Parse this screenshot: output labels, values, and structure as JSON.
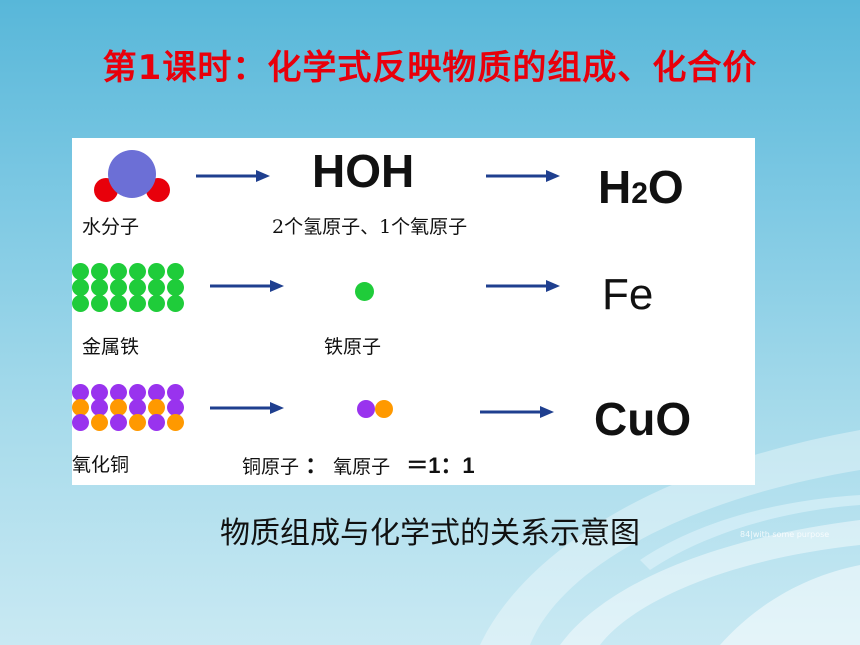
{
  "title": "第1课时：化学式反映物质的组成、化合价",
  "caption": "物质组成与化学式的关系示意图",
  "watermark": "84|with some purpose",
  "colors": {
    "title": "#e8000b",
    "arrow": "#1f3f8f",
    "water_oxygen": "#6c6fd6",
    "water_hydrogen": "#e8000b",
    "iron": "#1fcc3a",
    "copper": "#9933ee",
    "copper_oxygen": "#ff9900"
  },
  "rows": [
    {
      "substance_label": "水分子",
      "middle_formula": "HOH",
      "middle_label": "2个氢原子、1个氧原子",
      "formula_main": "H",
      "formula_sub": "2",
      "formula_tail": "O"
    },
    {
      "substance_label": "金属铁",
      "middle_label": "铁原子",
      "formula_main": "Fe",
      "formula_sub": "",
      "formula_tail": ""
    },
    {
      "substance_label": "氧化铜",
      "ratio_left": "铜原子",
      "ratio_colon": "：",
      "ratio_right": "氧原子",
      "ratio_value": "＝1：1",
      "formula_main": "CuO",
      "formula_sub": "",
      "formula_tail": ""
    }
  ]
}
